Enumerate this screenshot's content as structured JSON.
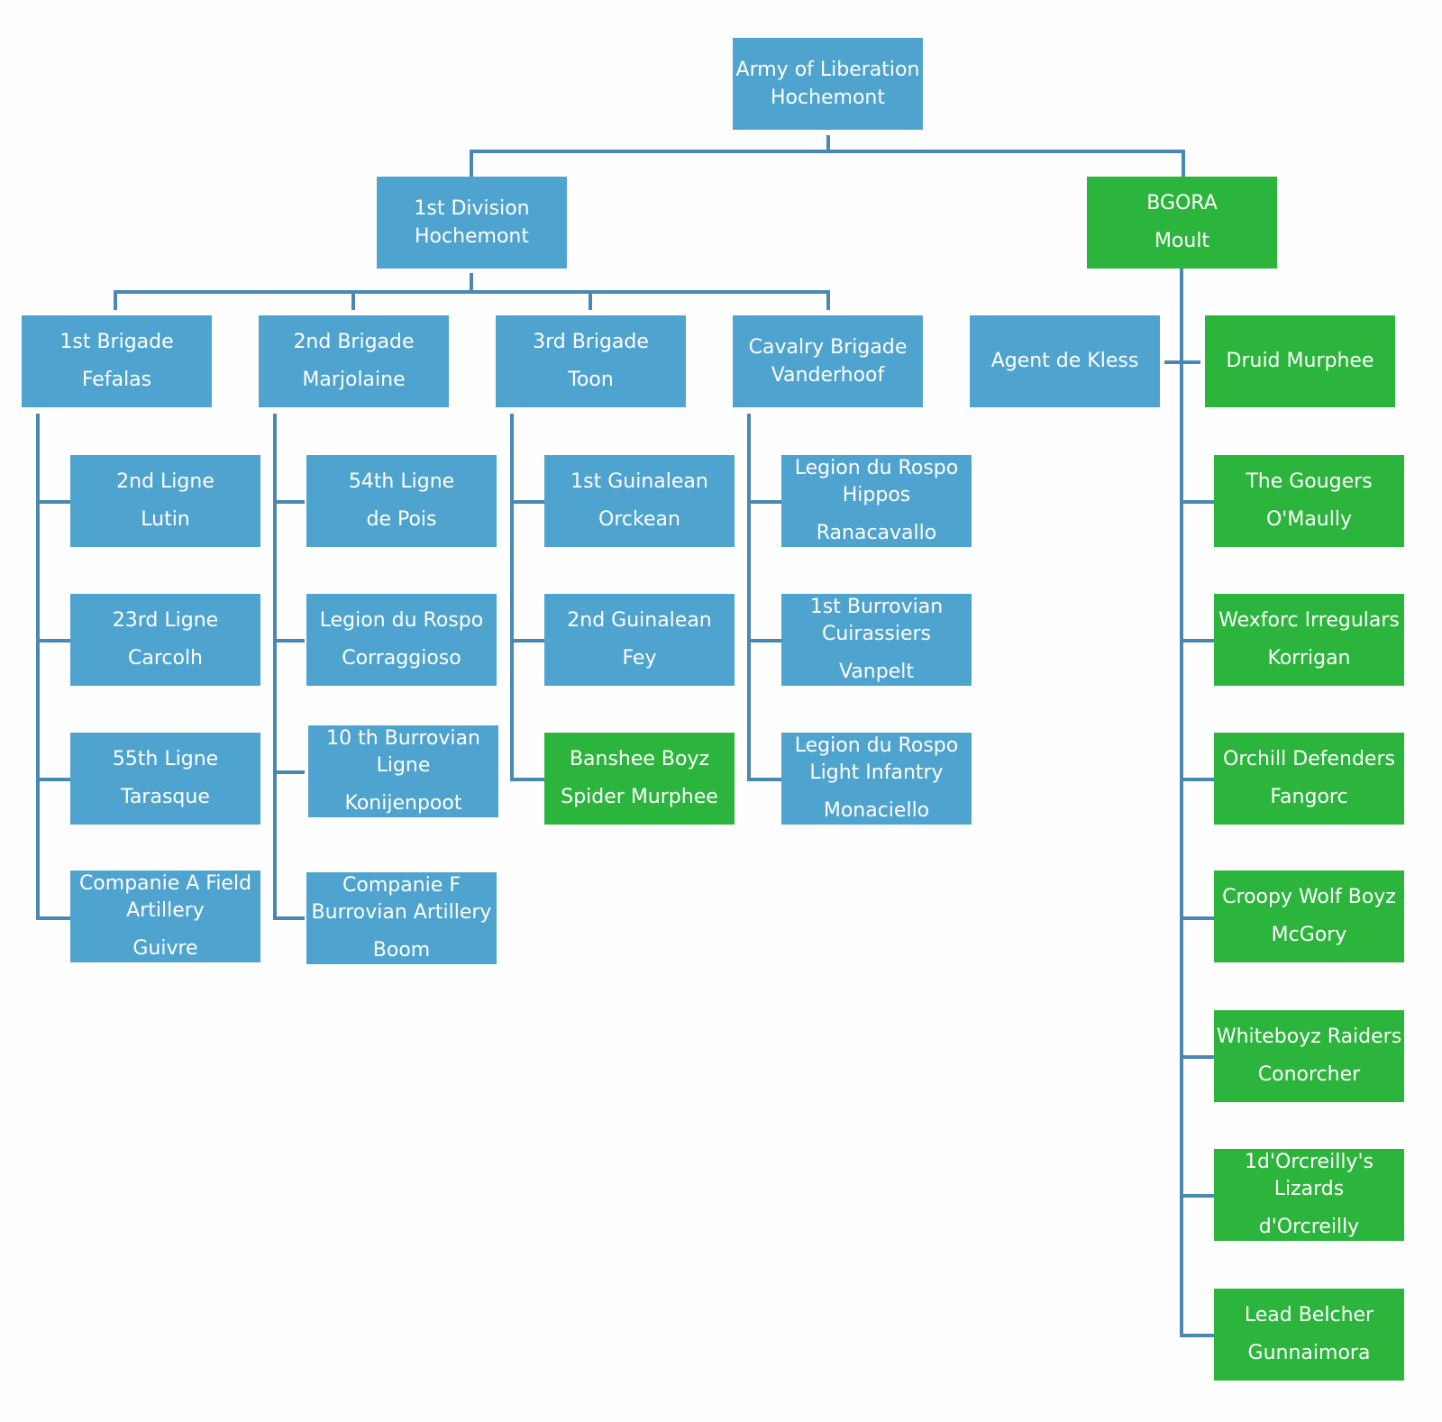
{
  "colors": {
    "division": "#4fa3cf",
    "irregular": "#2cb53c",
    "connector": "#4a88b4"
  },
  "root": {
    "line1": "Army of Liberation",
    "line2": "Hochemont"
  },
  "division": {
    "line1": "1st Division",
    "line2": "Hochemont"
  },
  "bgora": {
    "line1": "BGORA",
    "line2": "Moult"
  },
  "brigades": [
    {
      "line1": "1st Brigade",
      "line2": "Fefalas",
      "units": [
        {
          "line1": "2nd Ligne",
          "line2": "Lutin"
        },
        {
          "line1": "23rd Ligne",
          "line2": "Carcolh"
        },
        {
          "line1": "55th Ligne",
          "line2": "Tarasque"
        },
        {
          "line1": "Companie A Field Artillery",
          "line2": "Guivre"
        }
      ]
    },
    {
      "line1": "2nd Brigade",
      "line2": "Marjolaine",
      "units": [
        {
          "line1": "54th Ligne",
          "line2": "de Pois"
        },
        {
          "line1": "Legion du Rospo",
          "line2": "Corraggioso"
        },
        {
          "line1": "10 th Burrovian Ligne",
          "line2": "Konijenpoot"
        },
        {
          "line1": "Companie F Burrovian Artillery",
          "line2": "Boom"
        }
      ]
    },
    {
      "line1": "3rd Brigade",
      "line2": "Toon",
      "units": [
        {
          "line1": "1st Guinalean",
          "line2": "Orckean"
        },
        {
          "line1": "2nd Guinalean",
          "line2": "Fey"
        },
        {
          "line1": "Banshee Boyz",
          "line2": "Spider Murphee"
        }
      ]
    },
    {
      "line1": "Cavalry Brigade",
      "line2": "Vanderhoof",
      "units": [
        {
          "line1": "Legion du Rospo Hippos",
          "line2": "Ranacavallo"
        },
        {
          "line1": "1st Burrovian Cuirassiers",
          "line2": "Vanpelt"
        },
        {
          "line1": "Legion du Rospo Light Infantry",
          "line2": "Monaciello"
        }
      ]
    }
  ],
  "agent": {
    "line1": "Agent  de Kless"
  },
  "druid": {
    "line1": "Druid Murphee"
  },
  "bgora_units": [
    {
      "line1": "The  Gougers",
      "line2": "O'Maully"
    },
    {
      "line1": "Wexforc Irregulars",
      "line2": "Korrigan"
    },
    {
      "line1": "Orchill Defenders",
      "line2": "Fangorc"
    },
    {
      "line1": "Croopy Wolf Boyz",
      "line2": "McGory"
    },
    {
      "line1": "Whiteboyz Raiders",
      "line2": "Conorcher"
    },
    {
      "line1": "1d'Orcreilly's Lizards",
      "line2": "d'Orcreilly"
    },
    {
      "line1": "Lead Belcher",
      "line2": "Gunnaimora"
    }
  ]
}
